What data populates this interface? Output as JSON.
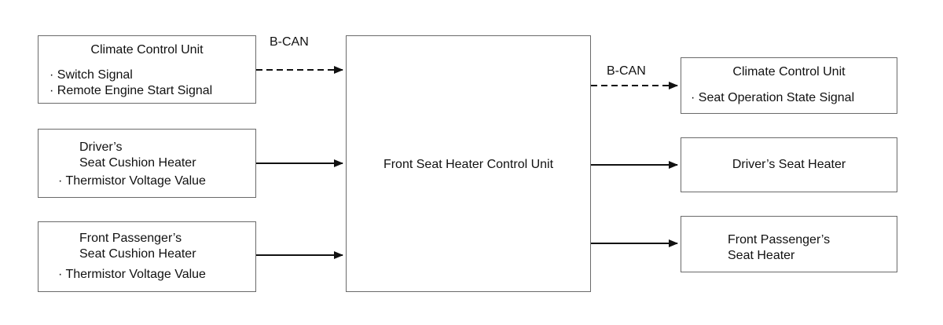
{
  "inputs": {
    "climate": {
      "title": "Climate Control Unit",
      "items": [
        "· Switch Signal",
        "· Remote Engine Start Signal"
      ],
      "bus_label": "B-CAN"
    },
    "driver_cushion": {
      "title_line1": "Driver’s",
      "title_line2": "Seat Cushion Heater",
      "item": "· Thermistor Voltage Value"
    },
    "passenger_cushion": {
      "title_line1": "Front Passenger’s",
      "title_line2": "Seat Cushion Heater",
      "item": "· Thermistor Voltage Value"
    }
  },
  "controller": {
    "title": "Front Seat Heater Control Unit"
  },
  "outputs": {
    "climate": {
      "title": "Climate Control Unit",
      "item": "· Seat Operation State Signal",
      "bus_label": "B-CAN"
    },
    "driver_heater": {
      "title": "Driver’s Seat Heater"
    },
    "passenger_heater": {
      "title_line1": "Front Passenger’s",
      "title_line2": "Seat Heater"
    }
  },
  "colors": {
    "border": "#6a6a6a",
    "arrow": "#111111"
  }
}
